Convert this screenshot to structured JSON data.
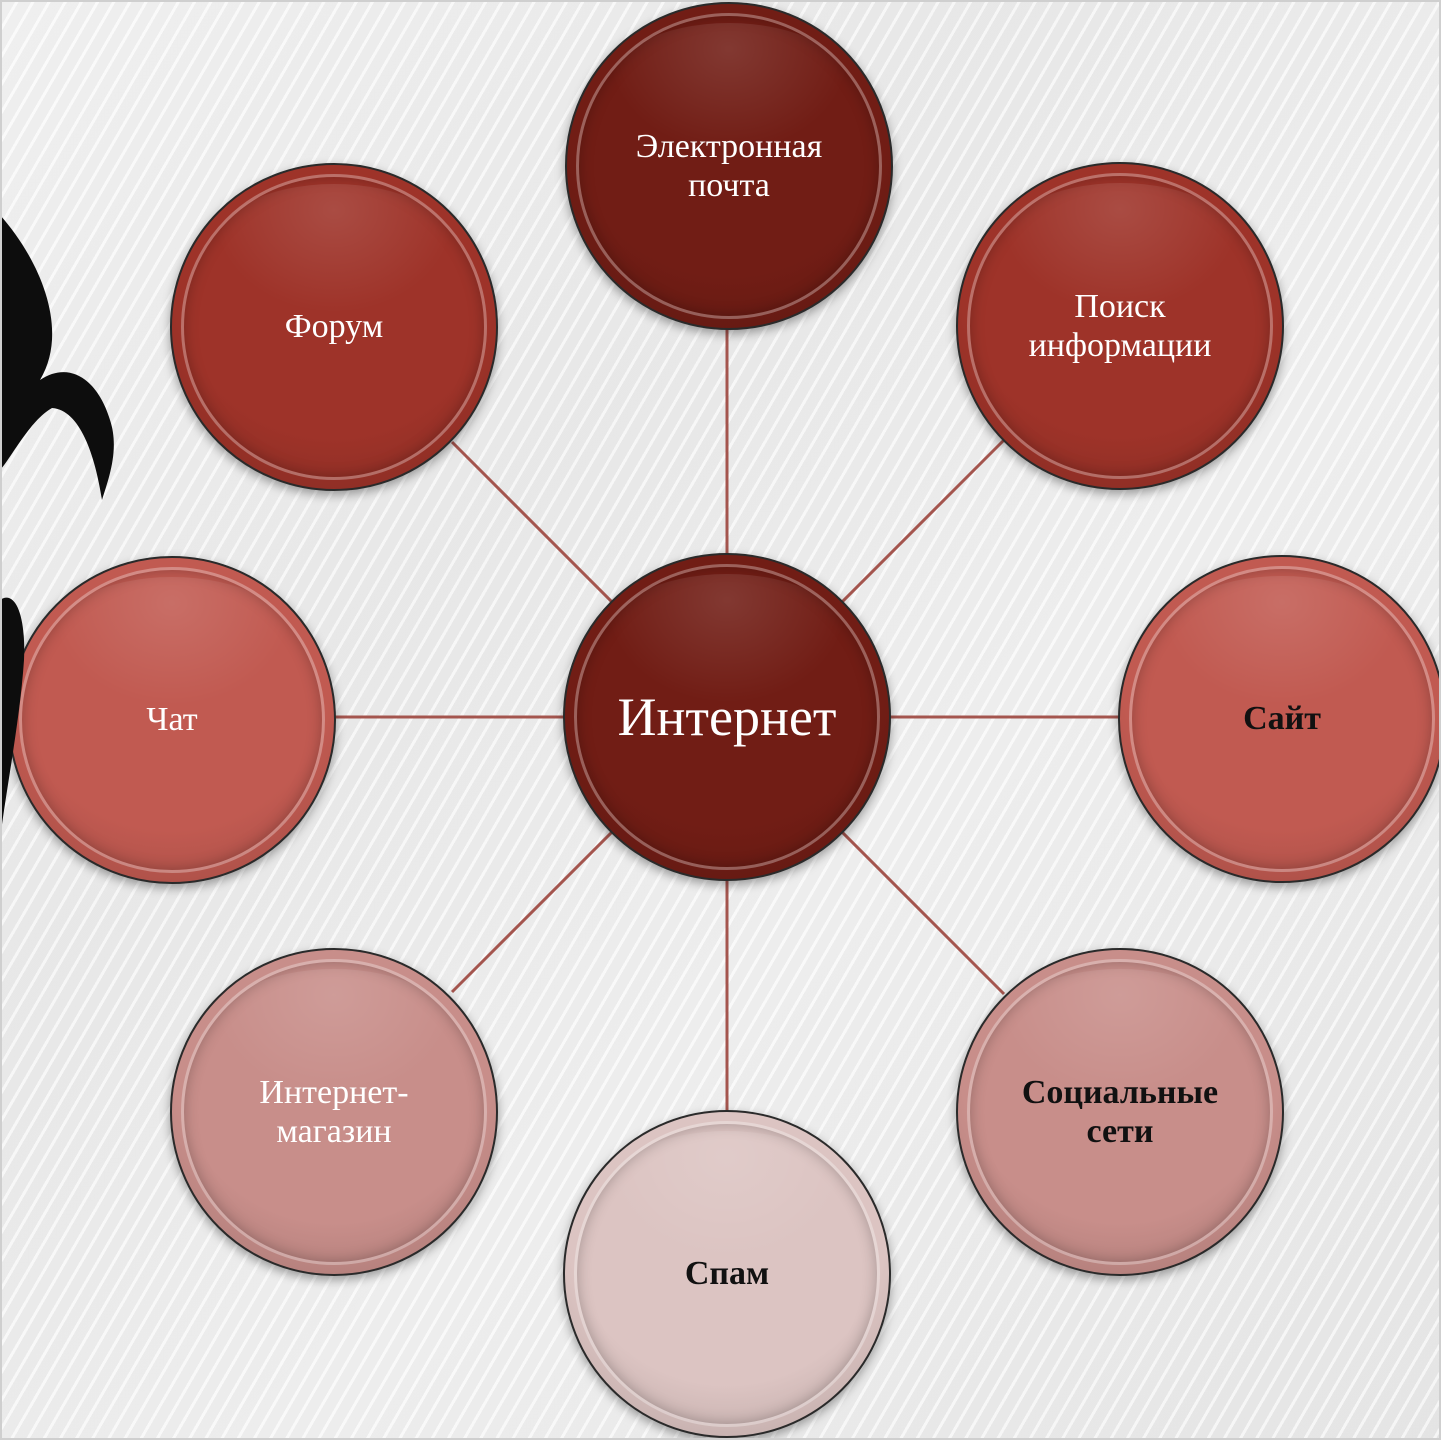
{
  "diagram": {
    "center": {
      "label": "Интернет",
      "color": "#711d15"
    },
    "nodes": [
      {
        "id": "email",
        "label_lines": [
          "Электронная",
          "почта"
        ],
        "color": "#711d15",
        "text": "light"
      },
      {
        "id": "search",
        "label_lines": [
          "Поиск",
          "информации"
        ],
        "color": "#9e3329",
        "text": "light"
      },
      {
        "id": "site",
        "label_lines": [
          "Сайт"
        ],
        "color": "#c15a51",
        "text": "dark"
      },
      {
        "id": "social",
        "label_lines": [
          "Социальные",
          "сети"
        ],
        "color": "#c88e8a",
        "text": "dark"
      },
      {
        "id": "spam",
        "label_lines": [
          "Спам"
        ],
        "color": "#dcc4c2",
        "text": "dark"
      },
      {
        "id": "shop",
        "label_lines": [
          "Интернет-",
          "магазин"
        ],
        "color": "#c88e8a",
        "text": "light"
      },
      {
        "id": "chat",
        "label_lines": [
          "Чат"
        ],
        "color": "#c15a51",
        "text": "light"
      },
      {
        "id": "forum",
        "label_lines": [
          "Форум"
        ],
        "color": "#9e3329",
        "text": "light"
      }
    ],
    "connector_color": "#a4554e"
  }
}
